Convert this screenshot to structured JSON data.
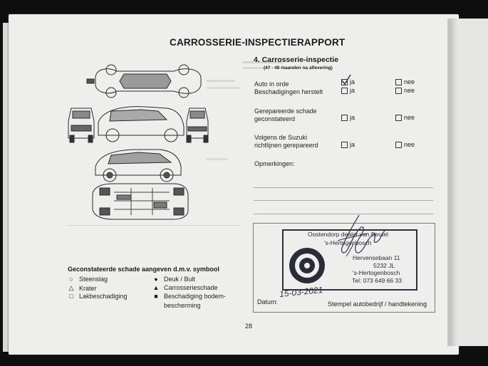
{
  "title": "CARROSSERIE-INSPECTIERAPPORT",
  "section": {
    "heading": "4. Carrosserie-inspectie",
    "subheading": "(47 - 48 maanden na aflevering)"
  },
  "rows": [
    {
      "label": "Auto in orde",
      "yes": "ja",
      "no": "nee",
      "checked": "ja"
    },
    {
      "label": "Beschadigingen herstelt",
      "yes": "ja",
      "no": "nee"
    },
    {
      "label_lines": [
        "Gerepareerde schade",
        "geconstateerd"
      ],
      "yes": "ja",
      "no": "nee"
    },
    {
      "label_lines": [
        "Volgens de Suzuki",
        "richtlijnen gerepareerd"
      ],
      "yes": "ja",
      "no": "nee"
    }
  ],
  "remarks_label": "Opmerkingen:",
  "legend": {
    "title": "Geconstateerde schade aangeven d.m.v. symbool",
    "items": [
      {
        "symbol": "○",
        "label": "Steenslag"
      },
      {
        "symbol": "△",
        "label": "Krater"
      },
      {
        "symbol": "□",
        "label": "Lakbeschadiging"
      },
      {
        "symbol": "●",
        "label": "Deuk / Bult"
      },
      {
        "symbol": "▲",
        "label": "Carrosserieschade"
      },
      {
        "symbol": "■",
        "label": "Beschadiging bodem-",
        "label2": "bescherming"
      }
    ]
  },
  "stamp": {
    "line1": "Oostendorp  dealer  van Beutel",
    "line2": "'s-Hertogenbosch",
    "line3": "Hervensebaan 11",
    "line4": "5232 JL",
    "line5": "'s-Hertogenbosch",
    "line6": "Tel: 073 649 66 33"
  },
  "date_label": "Datum:",
  "date_value": "15-03-2021",
  "stamp_label": "Stempel autobedrijf / handtekening",
  "page_number": "28",
  "icons": [
    "car-top-view",
    "car-front-view",
    "car-side-view",
    "car-rear-view",
    "car-underbody-view",
    "check-icon",
    "stamp-circle-icon",
    "signature-icon"
  ]
}
